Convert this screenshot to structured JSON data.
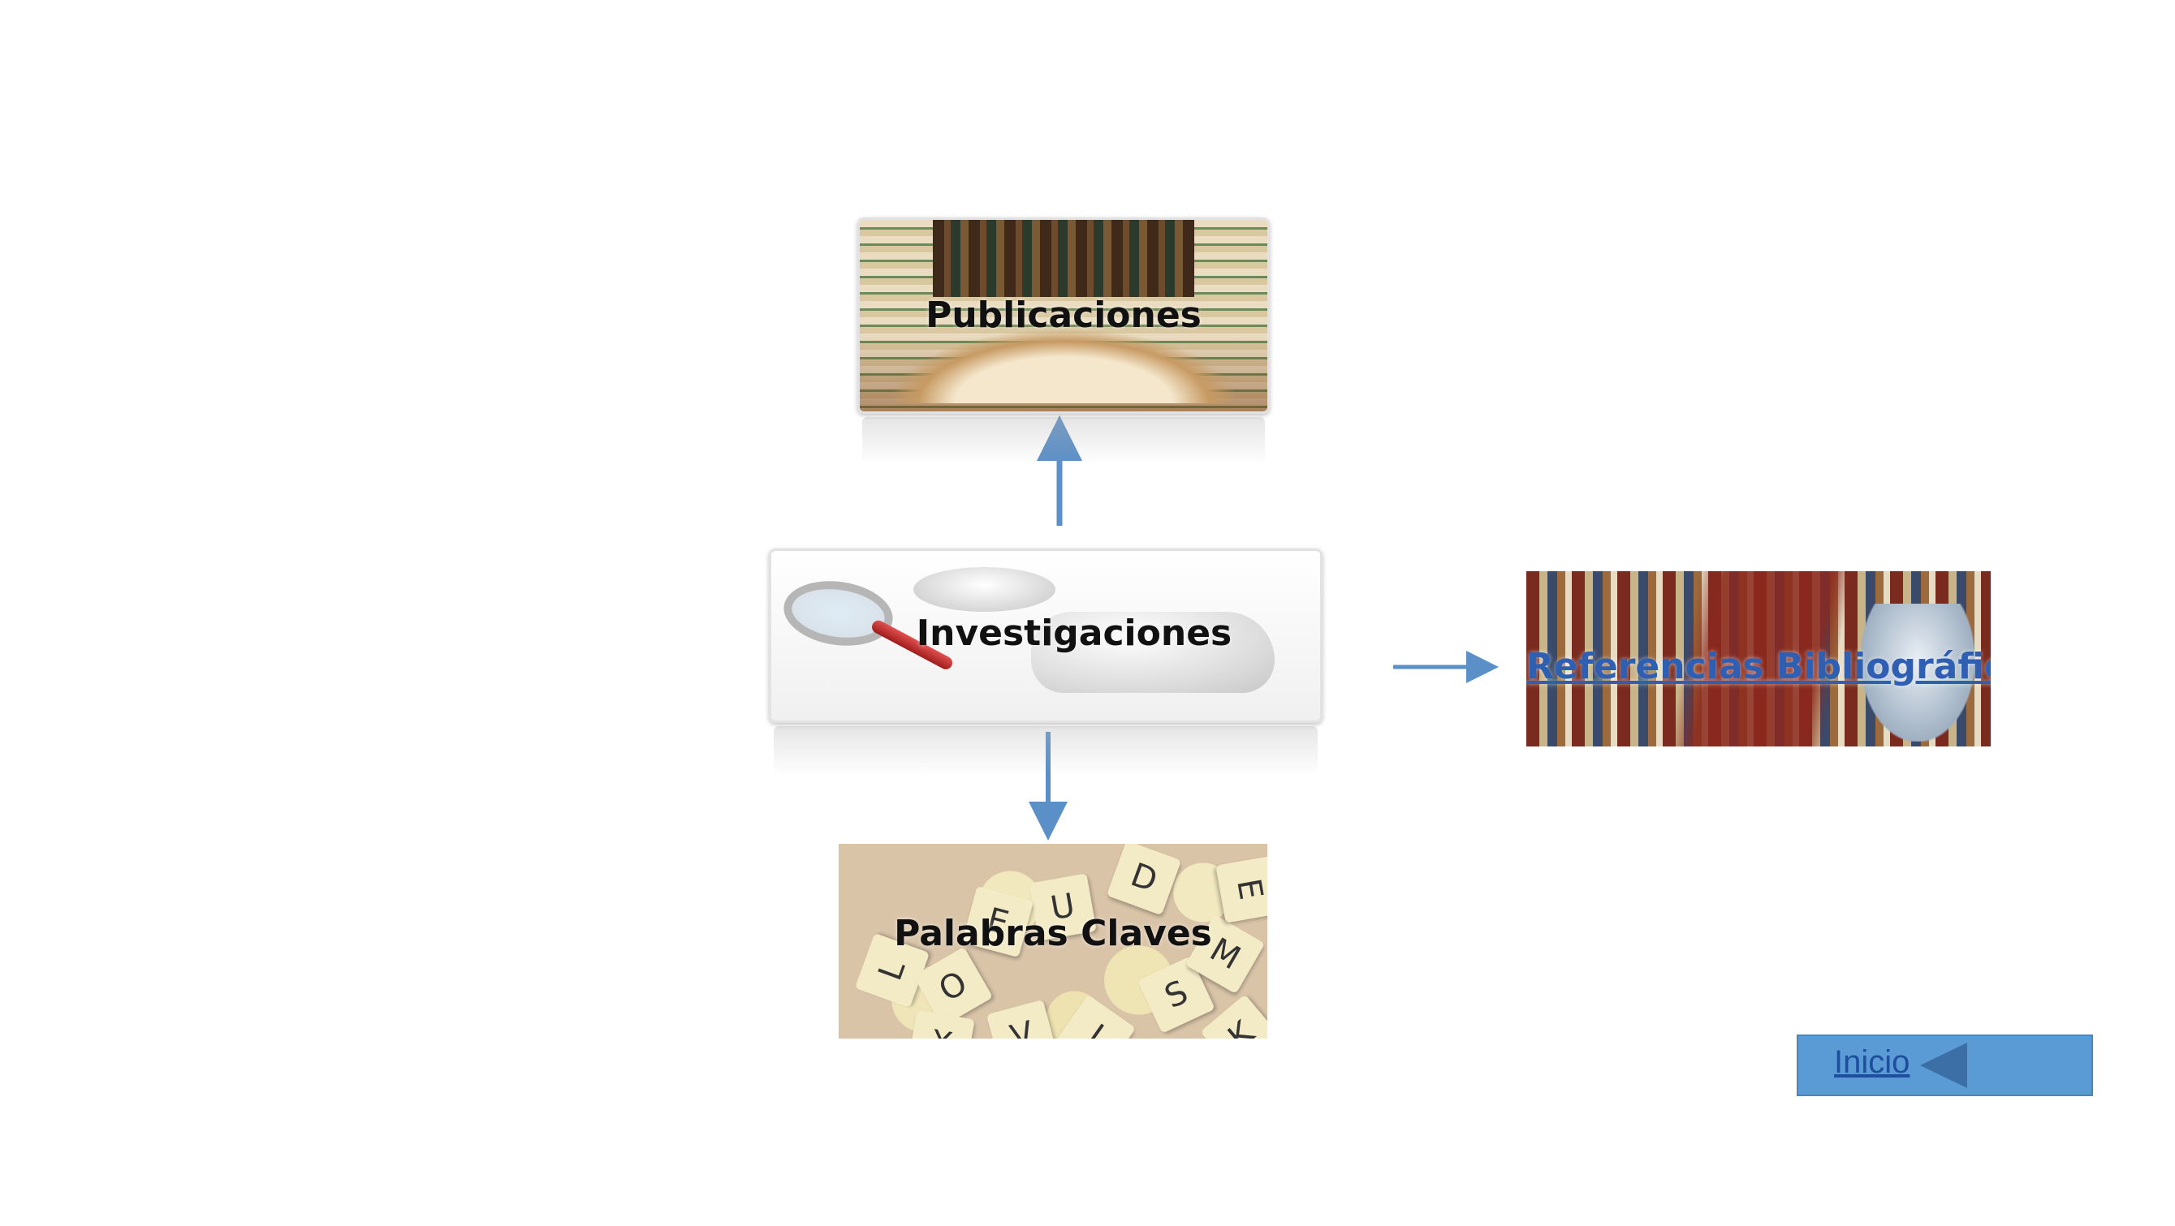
{
  "diagram": {
    "nodes": {
      "publicaciones": {
        "label": "Publicaciones"
      },
      "investigaciones": {
        "label": "Investigaciones"
      },
      "referencias": {
        "label": "Referencias Bibliográfica"
      },
      "palabras_claves": {
        "label": "Palabras  Claves"
      }
    },
    "edges": [
      {
        "from": "investigaciones",
        "to": "publicaciones"
      },
      {
        "from": "investigaciones",
        "to": "referencias"
      },
      {
        "from": "investigaciones",
        "to": "palabras_claves"
      }
    ],
    "colors": {
      "arrow": "#5b8fc7",
      "button": "#5b9bd5",
      "link": "#2f5fb3"
    }
  },
  "navigation": {
    "inicio_label": "Inicio",
    "back_icon": "triangle-left-icon"
  },
  "tiles": [
    "D",
    "U",
    "E",
    "L",
    "O",
    "X",
    "S",
    "M",
    "K",
    "I",
    "V",
    "E"
  ]
}
